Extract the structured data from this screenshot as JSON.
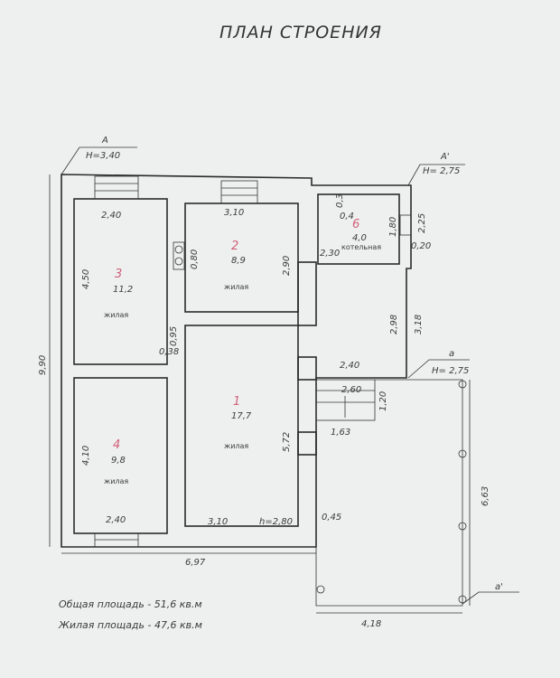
{
  "title": "ПЛАН СТРОЕНИЯ",
  "sections": {
    "a_top": "A",
    "h_top": "H=3,40",
    "a1": "A'",
    "h_a1": "H= 2,75",
    "a_small": "a",
    "h_a": "H= 2,75",
    "a1_small": "a'"
  },
  "rooms": [
    {
      "num": "3",
      "area": "11,2",
      "type": "жилая",
      "width": "2,40",
      "length": "4,50"
    },
    {
      "num": "2",
      "area": "8,9",
      "type": "жилая",
      "width": "3,10",
      "length": "2,90"
    },
    {
      "num": "1",
      "area": "17,7",
      "type": "жилая",
      "width": "3,10",
      "length": "5,72",
      "height": "h=2,80"
    },
    {
      "num": "4",
      "area": "9,8",
      "type": "жилая",
      "width": "2,40",
      "length": "4,10"
    },
    {
      "num": "6",
      "area": "4,0",
      "type": "котельная",
      "width": "2,30",
      "length": "1,80"
    }
  ],
  "dimensions": {
    "total_height": "9,90",
    "total_width": "6,97",
    "terrace_width": "4,18",
    "terrace_length": "6,63",
    "chimney": "0,80",
    "d095": "0,95",
    "d038": "0,38",
    "d03": "0,3",
    "d04": "0,4",
    "d225": "2,25",
    "d020": "0,20",
    "d298": "2,98",
    "d318": "3,18",
    "d240": "2,40",
    "d260": "2,60",
    "d120": "1,20",
    "d163": "1,63",
    "d045": "0,45"
  },
  "footer": {
    "total_area": "Общая площадь - 51,6 кв.м",
    "living_area": "Жилая площадь - 47,6 кв.м"
  }
}
